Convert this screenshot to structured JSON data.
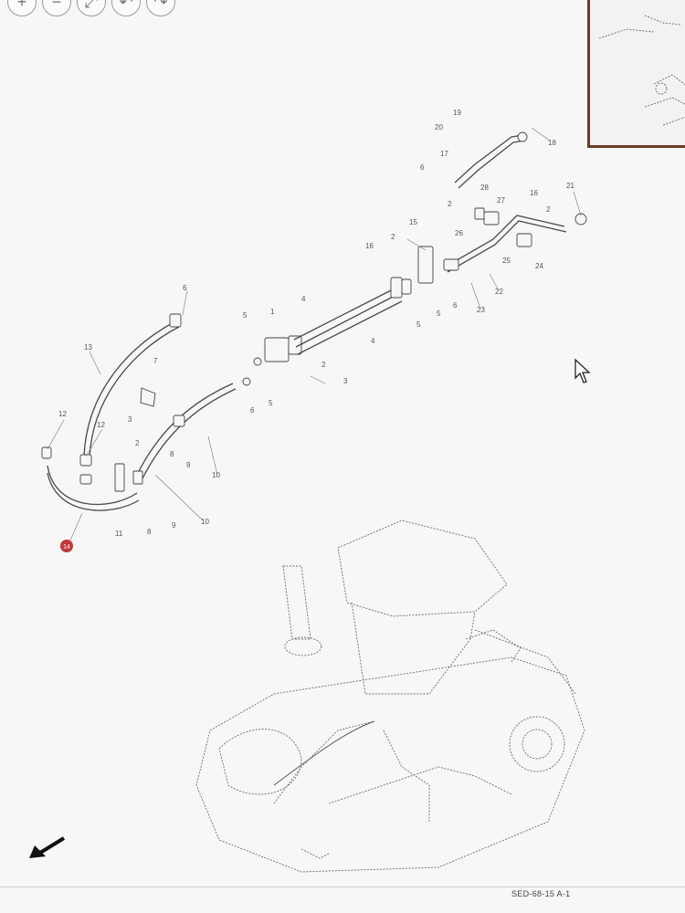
{
  "toolbar": {
    "zoom_in": "+",
    "zoom_out": "−",
    "fit": "⤢",
    "undo": "↶",
    "redo": "↷"
  },
  "callouts": [
    "1",
    "2",
    "3",
    "4",
    "5",
    "6",
    "7",
    "8",
    "9",
    "10",
    "11",
    "12",
    "13",
    "14",
    "15",
    "16",
    "17",
    "18",
    "19",
    "20",
    "21",
    "22",
    "23",
    "24",
    "25",
    "26",
    "27",
    "28"
  ],
  "selected_callout": "14",
  "reference_code": "SED-68-15 A-1",
  "colors": {
    "highlight": "#c0393b",
    "thumbnail_border": "#6b3a2a"
  }
}
